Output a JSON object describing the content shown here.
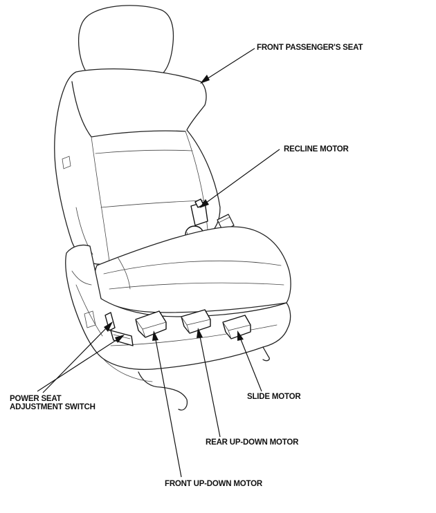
{
  "labels": {
    "front_passenger_seat": "FRONT PASSENGER'S SEAT",
    "recline_motor": "RECLINE MOTOR",
    "power_seat_switch_line1": "POWER SEAT",
    "power_seat_switch_line2": "ADJUSTMENT SWITCH",
    "slide_motor": "SLIDE MOTOR",
    "rear_up_down_motor": "REAR UP-DOWN MOTOR",
    "front_up_down_motor": "FRONT UP-DOWN MOTOR"
  }
}
